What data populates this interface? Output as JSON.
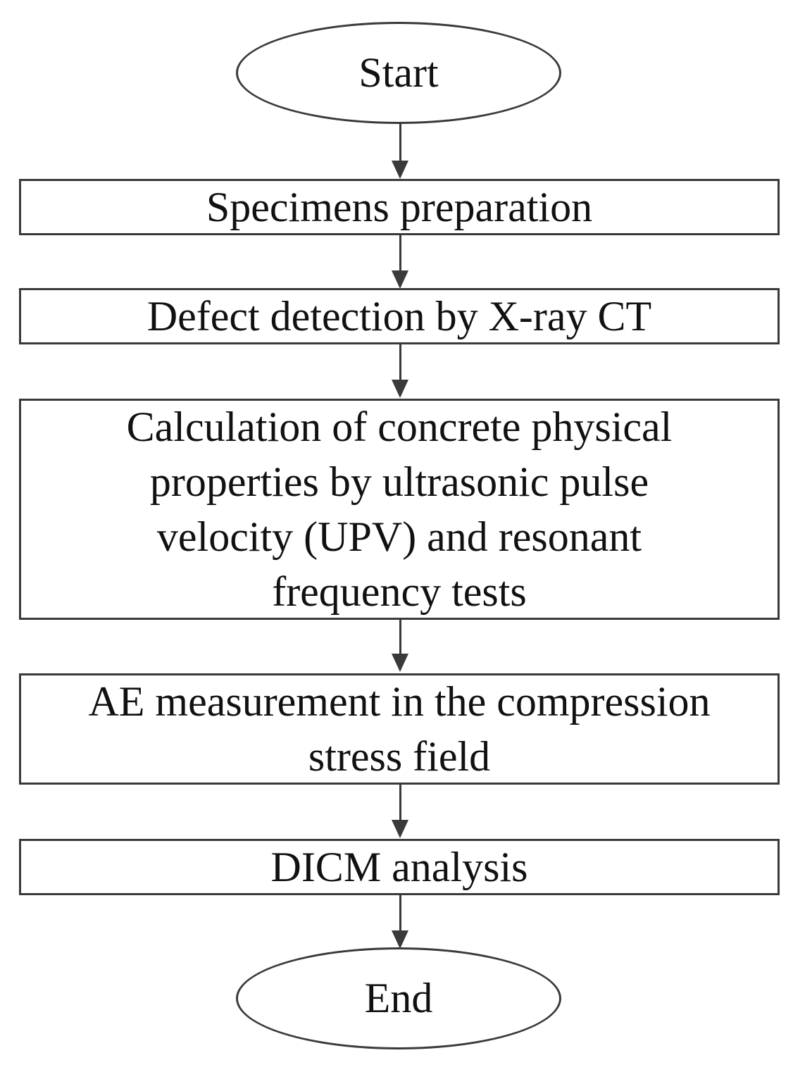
{
  "flowchart": {
    "start": {
      "label": "Start"
    },
    "steps": [
      {
        "label": "Specimens preparation"
      },
      {
        "label": "Defect detection by X-ray CT"
      },
      {
        "label": "Calculation of concrete physical\nproperties by ultrasonic pulse\nvelocity (UPV) and resonant\nfrequency tests"
      },
      {
        "label": "AE measurement in the compression\nstress field"
      },
      {
        "label": "DICM analysis"
      }
    ],
    "end": {
      "label": "End"
    }
  },
  "colors": {
    "stroke": "#3a3a3a",
    "text": "#111111",
    "background": "#ffffff"
  }
}
